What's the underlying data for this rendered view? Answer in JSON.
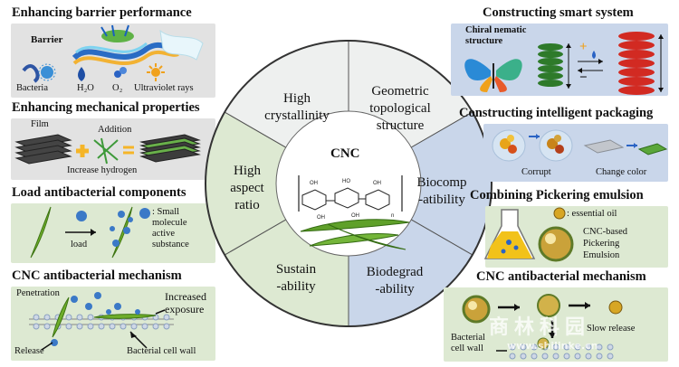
{
  "center": {
    "title": "CNC"
  },
  "segments": [
    {
      "label": "High\ncrystallinity",
      "color": "#eef0ef"
    },
    {
      "label": "Geometric\ntopological\nstructure",
      "color": "#c9d6ea"
    },
    {
      "label": "Biocomp\n-atibility",
      "color": "#c9d6ea"
    },
    {
      "label": "Biodegrad\n-ability",
      "color": "#dde9d2"
    },
    {
      "label": "Sustain\n-ability",
      "color": "#dde9d2"
    },
    {
      "label": "High\naspect\nratio",
      "color": "#eef0ef"
    }
  ],
  "left": {
    "barrier": {
      "title": "Enhancing barrier performance",
      "heading": "Barrier",
      "labels": [
        "Bacteria",
        "H₂O",
        "O₂",
        "Ultraviolet rays"
      ]
    },
    "mechanical": {
      "title": "Enhancing mechanical properties",
      "film": "Film",
      "addition": "Addition",
      "caption": "Increase hydrogen"
    },
    "antibacterial_load": {
      "title": "Load antibacterial components",
      "arrow_label": "load",
      "legend": ": Small\nmolecule\nactive\nsubstance"
    },
    "mechanism": {
      "title": "CNC antibacterial mechanism",
      "penetration": "Penetration",
      "increased": "Increased\nexposure",
      "release": "Release",
      "wall": "Bacterial cell wall"
    }
  },
  "right": {
    "smart": {
      "title": "Constructing smart system",
      "chiral": "Chiral nematic\nstructure",
      "plus": "+",
      "minus": "−"
    },
    "packaging": {
      "title": "Constructing intelligent packaging",
      "corrupt": "Corrupt",
      "change": "Change color"
    },
    "pickering": {
      "title": "Combining Pickering emulsion",
      "legend": ": essential oil",
      "emulsion": "CNC-based\nPickering\nEmulsion"
    },
    "mechanism": {
      "title": "CNC antibacterial mechanism",
      "wall": "Bacterial\ncell wall",
      "slow": "Slow release"
    }
  },
  "watermark": {
    "main": "商林科园",
    "sub": "www.shilinke.cn"
  }
}
